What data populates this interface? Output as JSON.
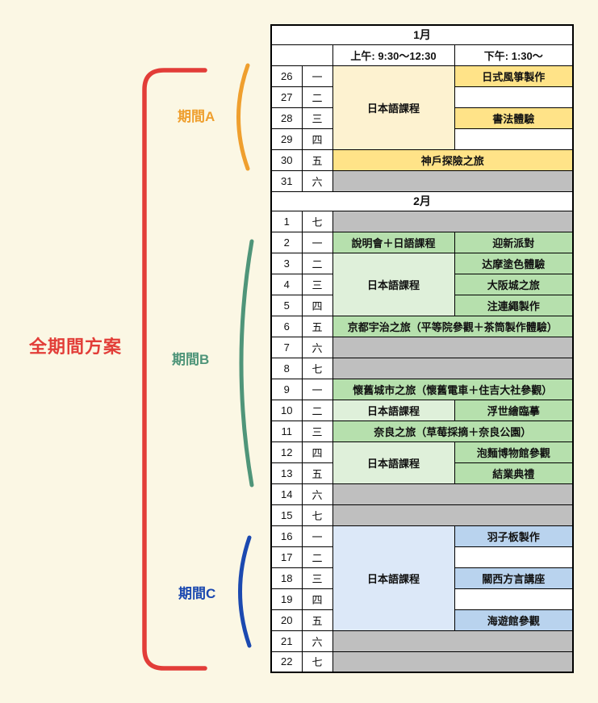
{
  "annotations": {
    "overall": {
      "label": "全期間方案",
      "color": "#e23d38"
    },
    "periodA": {
      "label": "期間A",
      "color": "#ef9f2e"
    },
    "periodB": {
      "label": "期間B",
      "color": "#4f9579"
    },
    "periodC": {
      "label": "期間C",
      "color": "#1b49b0"
    }
  },
  "colors": {
    "background": "#fbf7e4",
    "jan_course": "#fdf2d0",
    "jan_activity": "#ffe388",
    "feb_course": "#dff0da",
    "feb_activity": "#b6e0ad",
    "c_course": "#dce8f8",
    "c_activity": "#b9d3ee",
    "weekend": "#bfbfbf"
  },
  "jan": {
    "title": "1月",
    "morning_header": "上午: 9:30〜12:30",
    "afternoon_header": "下午: 1:30〜",
    "course": "日本語課程",
    "rows": [
      {
        "date": "26",
        "day": "一",
        "pm": "日式風箏製作"
      },
      {
        "date": "27",
        "day": "二",
        "pm": ""
      },
      {
        "date": "28",
        "day": "三",
        "pm": "書法體驗"
      },
      {
        "date": "29",
        "day": "四",
        "pm": ""
      },
      {
        "date": "30",
        "day": "五",
        "full": "神戶探險之旅"
      },
      {
        "date": "31",
        "day": "六"
      }
    ]
  },
  "feb": {
    "title": "2月",
    "rows": [
      {
        "date": "1",
        "day": "七"
      },
      {
        "date": "2",
        "day": "一",
        "am": "說明會＋日語課程",
        "pm": "迎新派對"
      },
      {
        "date": "3",
        "day": "二",
        "am": "日本語課程",
        "pm": "达摩塗色體驗"
      },
      {
        "date": "4",
        "day": "三",
        "pm": "大阪城之旅"
      },
      {
        "date": "5",
        "day": "四",
        "pm": "注連繩製作"
      },
      {
        "date": "6",
        "day": "五",
        "full": "京都宇治之旅（平等院參觀＋茶筒製作體驗）"
      },
      {
        "date": "7",
        "day": "六"
      },
      {
        "date": "8",
        "day": "七"
      },
      {
        "date": "9",
        "day": "一",
        "full": "懷舊城市之旅（懷舊電車＋住吉大社參觀）"
      },
      {
        "date": "10",
        "day": "二",
        "am": "日本語課程",
        "pm": "浮世繪臨摹"
      },
      {
        "date": "11",
        "day": "三",
        "full": "奈良之旅（草莓採摘＋奈良公園）"
      },
      {
        "date": "12",
        "day": "四",
        "am": "日本語課程",
        "pm": "泡麵博物館參觀"
      },
      {
        "date": "13",
        "day": "五",
        "pm": "結業典禮"
      },
      {
        "date": "14",
        "day": "六"
      },
      {
        "date": "15",
        "day": "七"
      },
      {
        "date": "16",
        "day": "一",
        "am": "日本語課程",
        "pm": "羽子板製作"
      },
      {
        "date": "17",
        "day": "二",
        "pm": ""
      },
      {
        "date": "18",
        "day": "三",
        "pm": "關西方言講座"
      },
      {
        "date": "19",
        "day": "四",
        "pm": ""
      },
      {
        "date": "20",
        "day": "五",
        "pm": "海遊館參觀"
      },
      {
        "date": "21",
        "day": "六"
      },
      {
        "date": "22",
        "day": "七"
      }
    ]
  }
}
